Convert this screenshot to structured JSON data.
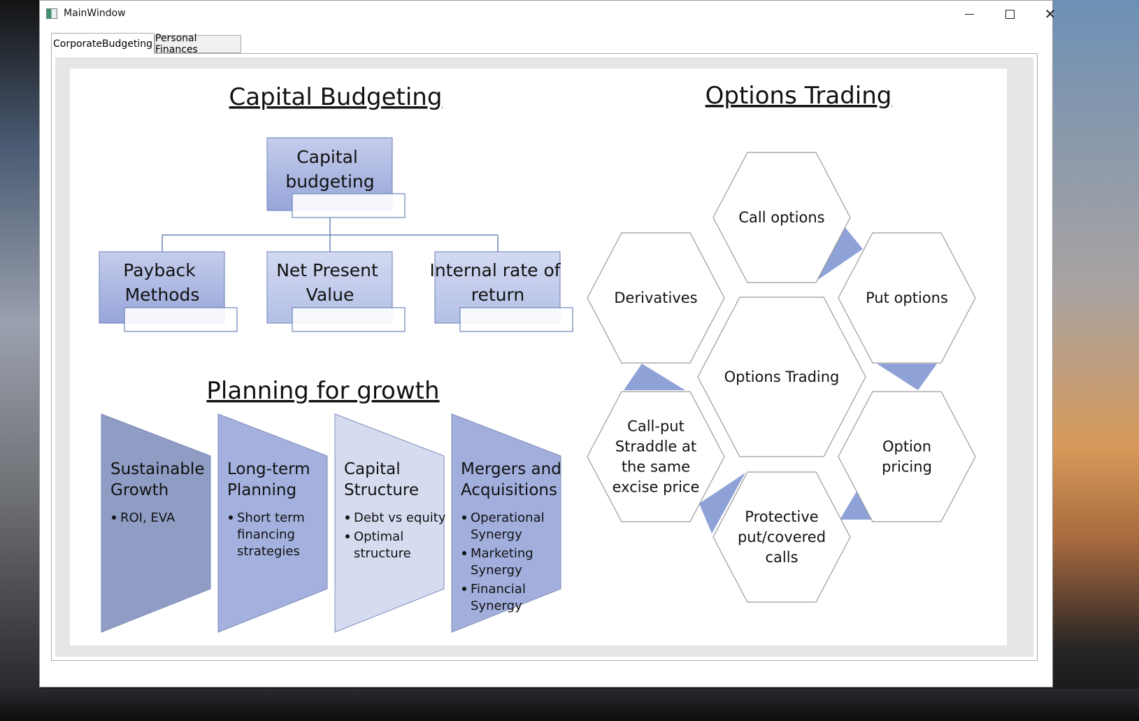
{
  "window": {
    "title": "MainWindow",
    "minimize_label": "—",
    "maximize_label": "□",
    "close_label": "✕"
  },
  "tabs": [
    {
      "label": "CorporateBudgeting",
      "selected": true
    },
    {
      "label": "Personal Finances",
      "selected": false
    }
  ],
  "slide": {
    "capital_budgeting": {
      "heading": "Capital Budgeting",
      "root": {
        "lines": [
          "Capital",
          "budgeting"
        ]
      },
      "children": [
        {
          "lines": [
            "Payback",
            "Methods"
          ]
        },
        {
          "lines": [
            "Net Present",
            "Value"
          ]
        },
        {
          "lines": [
            "Internal rate of",
            "return"
          ]
        }
      ]
    },
    "planning_for_growth": {
      "heading": "Planning for growth",
      "funnels": [
        {
          "title": [
            "Sustainable",
            "Growth"
          ],
          "bullets": [
            [
              "ROI, EVA"
            ]
          ],
          "color": "#8f9cc4"
        },
        {
          "title": [
            "Long-term",
            "Planning"
          ],
          "bullets": [
            [
              "Short term",
              "financing",
              "strategies"
            ]
          ],
          "color": "#a4b1de"
        },
        {
          "title": [
            "Capital",
            "Structure"
          ],
          "bullets": [
            [
              "Debt vs equity"
            ],
            [
              "Optimal",
              "structure"
            ]
          ],
          "color": "#d6dcf0"
        },
        {
          "title": [
            "Mergers and",
            "Acquisitions"
          ],
          "bullets": [
            [
              "Operational",
              "Synergy"
            ],
            [
              "Marketing",
              "Synergy"
            ],
            [
              "Financial",
              "Synergy"
            ]
          ],
          "color": "#a2afdd"
        }
      ]
    },
    "options_trading": {
      "heading": "Options Trading",
      "center": {
        "lines": [
          "Options Trading"
        ]
      },
      "hexagons": [
        {
          "lines": [
            "Call options"
          ]
        },
        {
          "lines": [
            "Put options"
          ]
        },
        {
          "lines": [
            "Option",
            "pricing"
          ]
        },
        {
          "lines": [
            "Protective",
            "put/covered",
            "calls"
          ]
        },
        {
          "lines": [
            "Call-put",
            "Straddle at",
            "the same",
            "excise price"
          ]
        },
        {
          "lines": [
            "Derivatives"
          ]
        }
      ],
      "accent_color": "#8ea2d8"
    }
  }
}
